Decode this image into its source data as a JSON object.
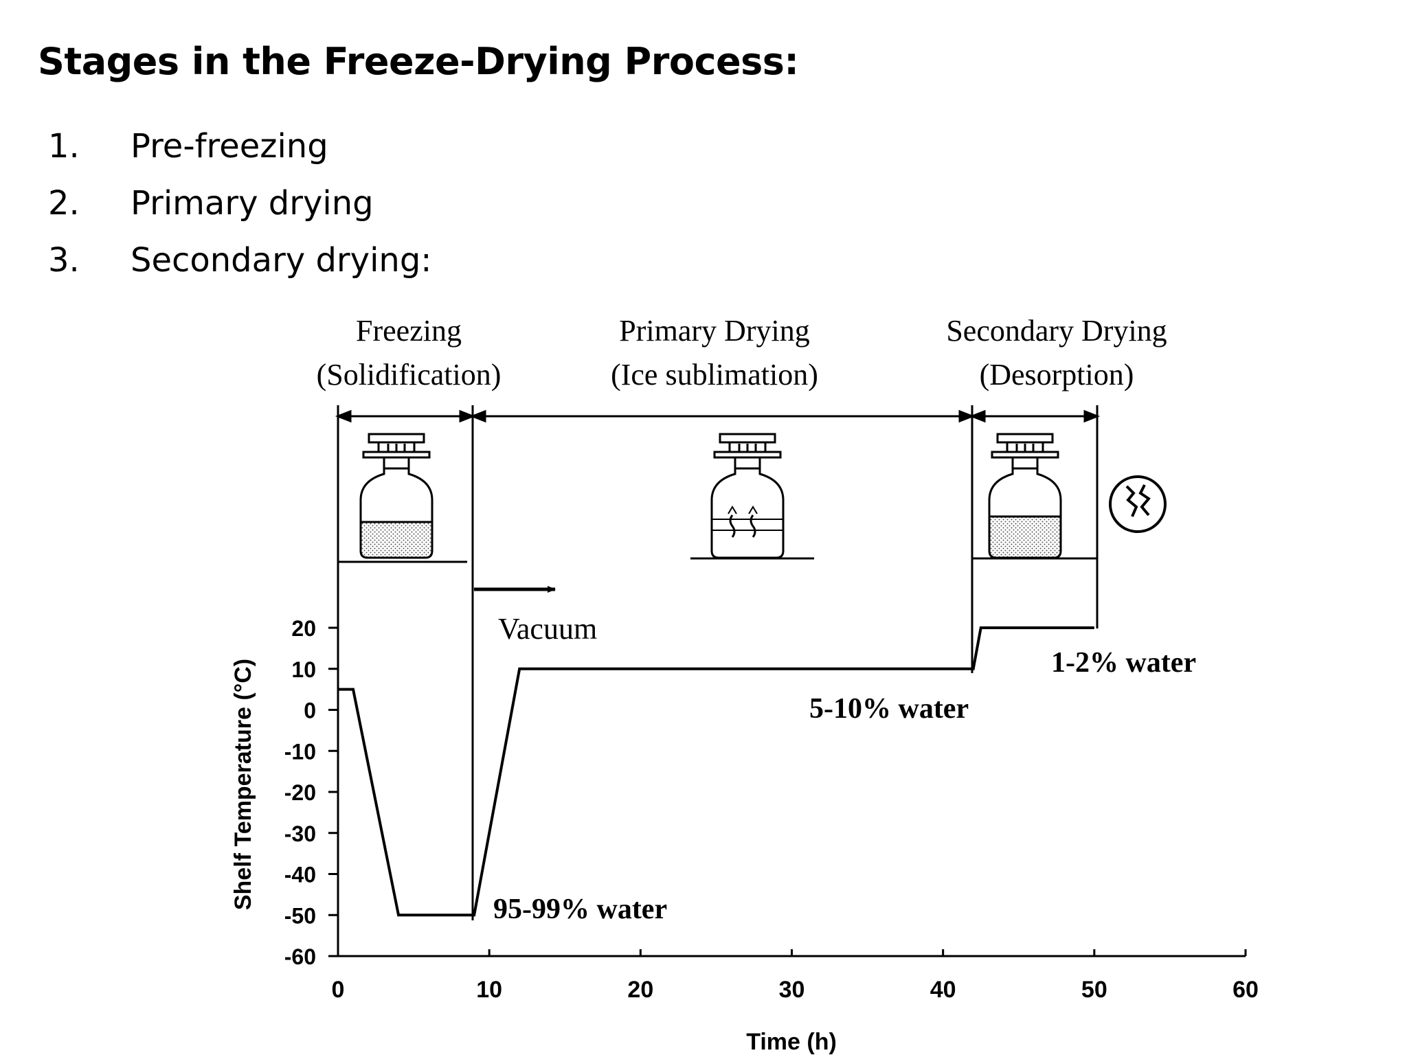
{
  "title": "Stages in the Freeze-Drying Process:",
  "stages": [
    {
      "number": "1.",
      "label": "Pre-freezing"
    },
    {
      "number": "2.",
      "label": "Primary drying"
    },
    {
      "number": "3.",
      "label": "Secondary drying:"
    }
  ],
  "phases": [
    {
      "name": "Freezing",
      "detail": "(Solidification)"
    },
    {
      "name": "Primary Drying",
      "detail": "(Ice sublimation)"
    },
    {
      "name": "Secondary Drying",
      "detail": "(Desorption)"
    }
  ],
  "annotations": {
    "vacuum": "Vacuum",
    "water_initial": "95-99% water",
    "water_primary": "5-10% water",
    "water_secondary": "1-2% water"
  },
  "chart_data": {
    "type": "line",
    "xlabel": "Time (h)",
    "ylabel": "Shelf Temperature (°C)",
    "xlim": [
      0,
      60
    ],
    "ylim": [
      -60,
      20
    ],
    "xticks": [
      0,
      10,
      20,
      30,
      40,
      50,
      60
    ],
    "yticks": [
      20,
      10,
      0,
      -10,
      -20,
      -30,
      -40,
      -50,
      -60
    ],
    "series": [
      {
        "x": [
          0,
          1,
          4,
          9,
          12,
          42,
          42.5,
          50
        ],
        "y": [
          5,
          5,
          -50,
          -50,
          10,
          10,
          20,
          20
        ]
      }
    ],
    "phase_boundaries": [
      0,
      9,
      42,
      50
    ]
  }
}
